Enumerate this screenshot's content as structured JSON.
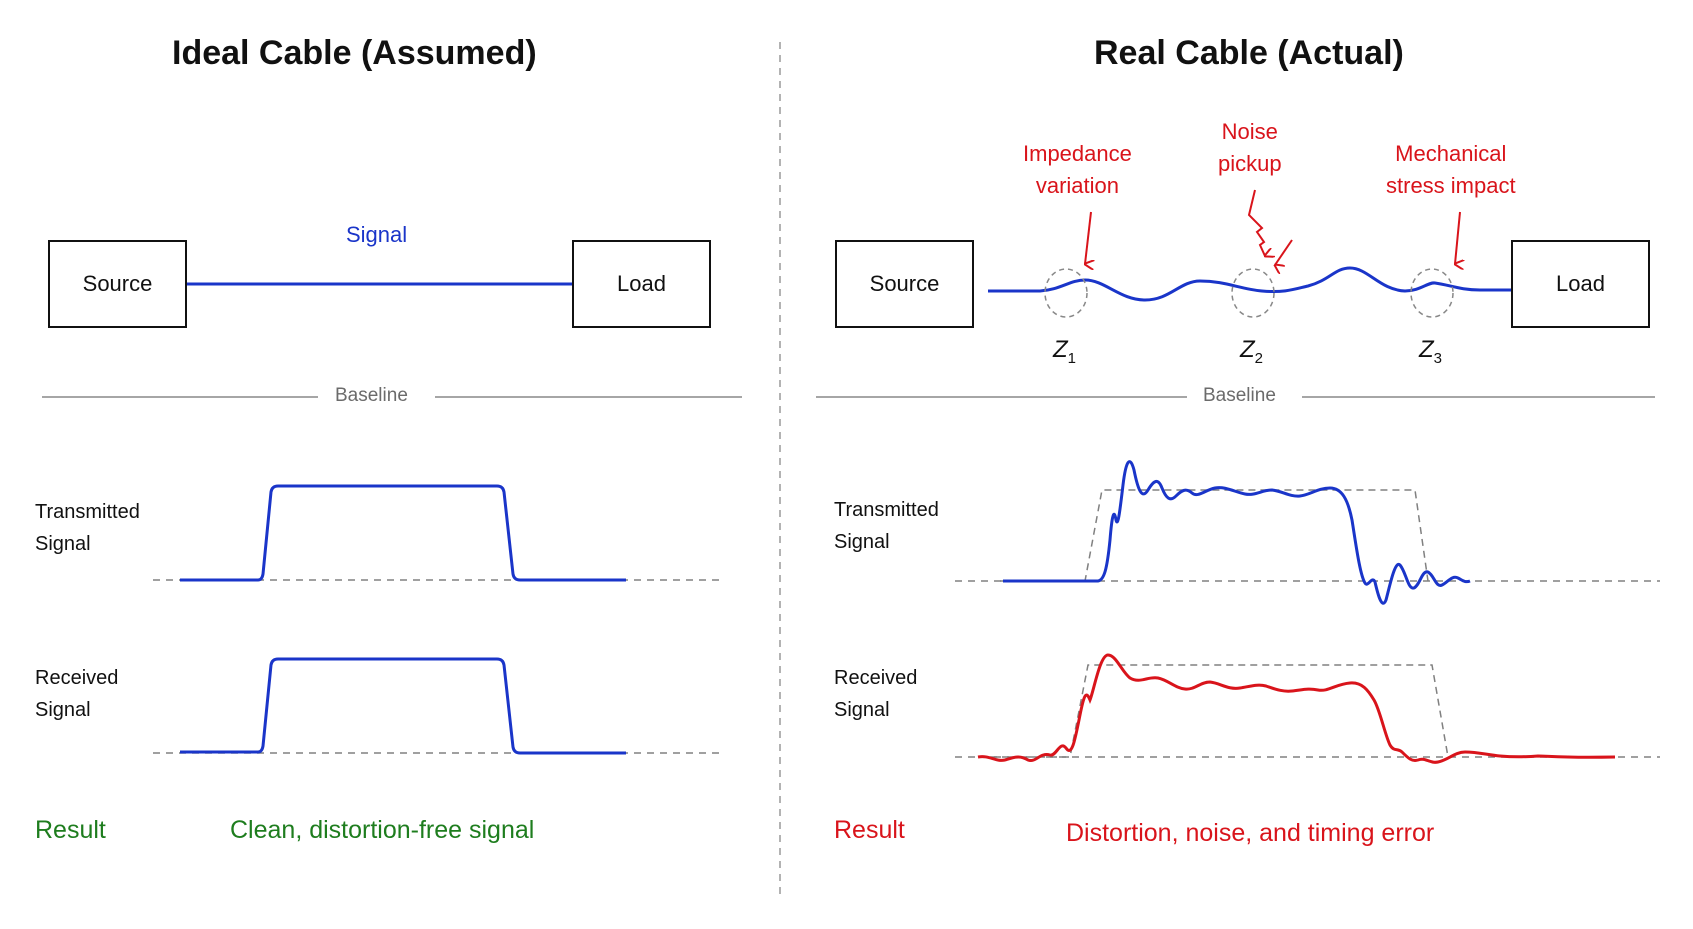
{
  "colors": {
    "signal_blue": "#1a35c9",
    "received_red": "#d9141b",
    "result_green": "#1e7d1e",
    "annotation_red": "#d9141b",
    "dashed_gray": "#808080",
    "baseline_gray": "#6b6b6b"
  },
  "left": {
    "title": "Ideal Cable (Assumed)",
    "source_label": "Source",
    "load_label": "Load",
    "signal_label": "Signal",
    "baseline_label": "Baseline",
    "transmitted_label_line1": "Transmitted",
    "transmitted_label_line2": "Signal",
    "received_label_line1": "Received",
    "received_label_line2": "Signal",
    "result_label": "Result",
    "result_text": "Clean, distortion-free signal"
  },
  "right": {
    "title": "Real Cable (Actual)",
    "source_label": "Source",
    "load_label": "Load",
    "annotations": [
      {
        "line1": "Impedance",
        "line2": "variation"
      },
      {
        "line1": "Noise",
        "line2": "pickup"
      },
      {
        "line1": "Mechanical",
        "line2": "stress impact"
      }
    ],
    "zones": [
      {
        "symbol": "Z",
        "sub": "1"
      },
      {
        "symbol": "Z",
        "sub": "2"
      },
      {
        "symbol": "Z",
        "sub": "3"
      }
    ],
    "baseline_label": "Baseline",
    "transmitted_label_line1": "Transmitted",
    "transmitted_label_line2": "Signal",
    "received_label_line1": "Received",
    "received_label_line2": "Signal",
    "result_label": "Result",
    "result_text": "Distortion, noise, and timing error"
  }
}
